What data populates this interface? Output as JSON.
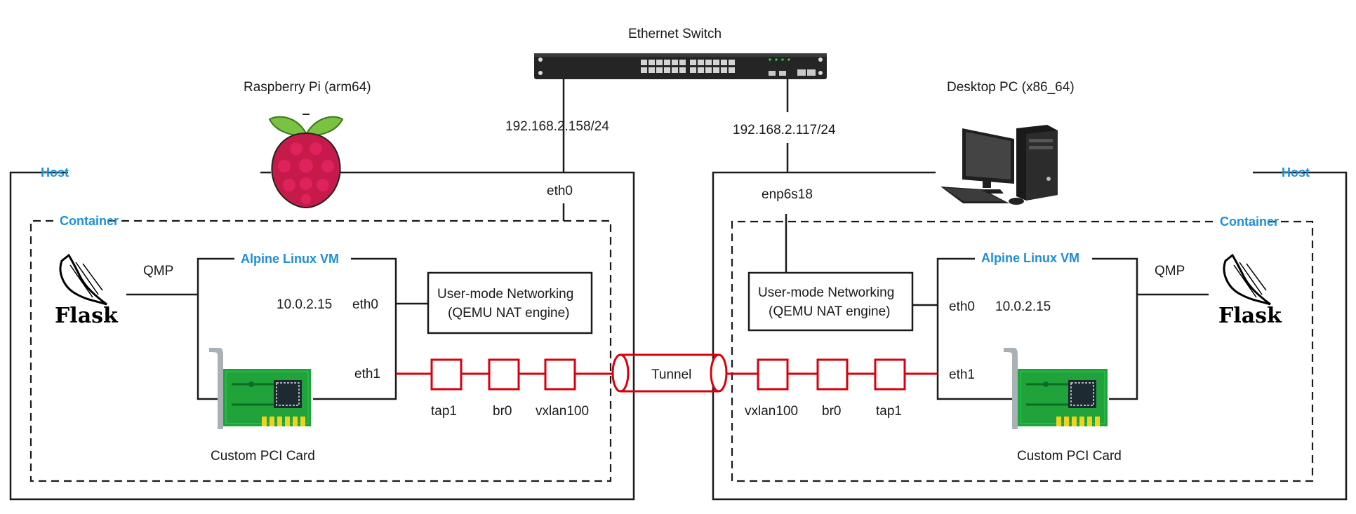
{
  "switch": {
    "label": "Ethernet Switch",
    "icon": "ethernet-switch-icon"
  },
  "left": {
    "device_label": "Raspberry Pi (arm64)",
    "device_icon": "raspberry-pi-icon",
    "host_label": "Host",
    "container_label": "Container",
    "host_ip": "192.168.2.158/24",
    "host_iface": "eth0",
    "vm_label": "Alpine Linux VM",
    "qmp_label": "QMP",
    "flask_label": "Flask",
    "vm_ip": "10.0.2.15",
    "vm_eth0": "eth0",
    "vm_eth1": "eth1",
    "netbox_line1": "User-mode Networking",
    "netbox_line2": "(QEMU NAT engine)",
    "tap": "tap1",
    "bridge": "br0",
    "vxlan": "vxlan100",
    "pci_label": "Custom PCI Card"
  },
  "right": {
    "device_label": "Desktop PC (x86_64)",
    "device_icon": "desktop-pc-icon",
    "host_label": "Host",
    "container_label": "Container",
    "host_ip": "192.168.2.117/24",
    "host_iface": "enp6s18",
    "vm_label": "Alpine Linux VM",
    "qmp_label": "QMP",
    "flask_label": "Flask",
    "vm_ip": "10.0.2.15",
    "vm_eth0": "eth0",
    "vm_eth1": "eth1",
    "netbox_line1": "User-mode Networking",
    "netbox_line2": "(QEMU NAT engine)",
    "tap": "tap1",
    "bridge": "br0",
    "vxlan": "vxlan100",
    "pci_label": "Custom PCI Card"
  },
  "tunnel_label": "Tunnel",
  "colors": {
    "accent": "#1e8fd6",
    "tunnel": "#d9000d",
    "line": "#1a1a1a",
    "pci_board": "#1fa33a"
  }
}
